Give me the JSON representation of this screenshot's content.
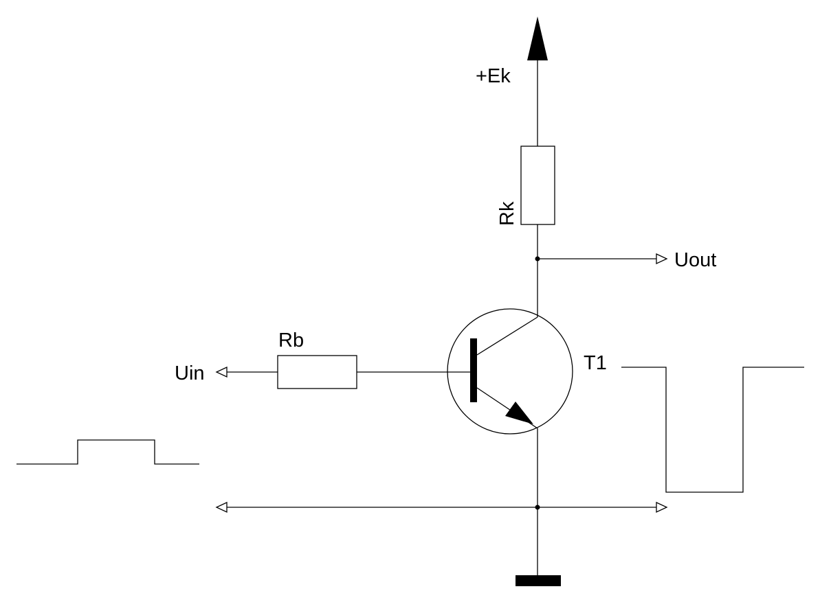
{
  "labels": {
    "supply": "+Ek",
    "collector_resistor": "Rk",
    "output": "Uout",
    "base_resistor": "Rb",
    "input": "Uin",
    "transistor": "T1"
  },
  "colors": {
    "stroke": "#000000",
    "background": "#ffffff"
  }
}
